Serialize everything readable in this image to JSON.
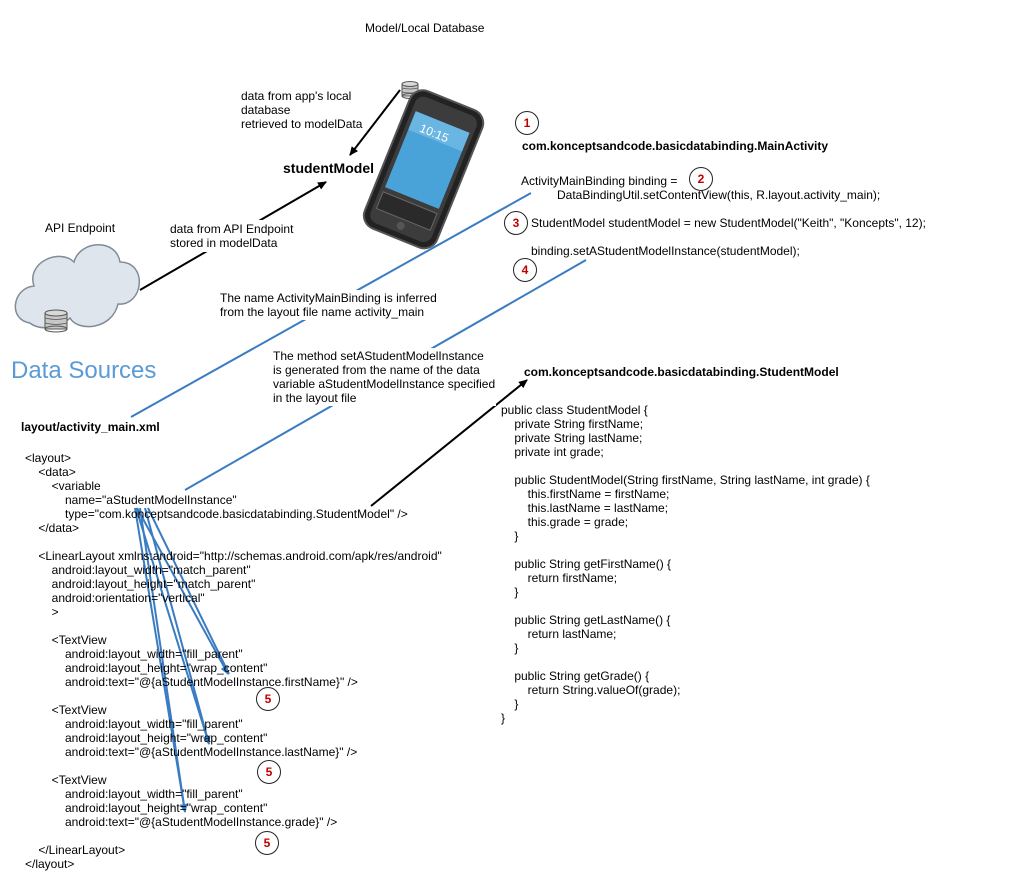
{
  "labels": {
    "model_db_title": "Model/Local Database",
    "local_db_text": "data from app's local\ndatabase\nretrieved to modelData",
    "student_model": "studentModel",
    "api_text": "data from API Endpoint\nstored in modelData",
    "api_endpoint": "API Endpoint",
    "data_sources": "Data Sources",
    "inferred_note": "The name ActivityMainBinding is inferred\nfrom the layout file name activity_main",
    "method_note": "The method setAStudentModelInstance\nis generated from the name of the data\nvariable aStudentModelInstance specified\nin the layout file",
    "phone_time": "10:15"
  },
  "main_activity": {
    "title": "com.konceptsandcode.basicdatabinding.MainActivity",
    "line1a": "ActivityMainBinding binding =",
    "line1b": "DataBindingUtil.setContentView(this, R.layout.activity_main);",
    "line2": "StudentModel studentModel = new StudentModel(\"Keith\", \"Koncepts\", 12);",
    "line3": "binding.setAStudentModelInstance(studentModel);"
  },
  "student_model_class": {
    "title": "com.konceptsandcode.basicdatabinding.StudentModel",
    "code": "public class StudentModel {\n    private String firstName;\n    private String lastName;\n    private int grade;\n\n    public StudentModel(String firstName, String lastName, int grade) {\n        this.firstName = firstName;\n        this.lastName = lastName;\n        this.grade = grade;\n    }\n\n    public String getFirstName() {\n        return firstName;\n    }\n\n    public String getLastName() {\n        return lastName;\n    }\n\n    public String getGrade() {\n        return String.valueOf(grade);\n    }\n}"
  },
  "layout_file": {
    "title": "layout/activity_main.xml",
    "code": "<layout>\n    <data>\n        <variable\n            name=\"aStudentModelInstance\"\n            type=\"com.konceptsandcode.basicdatabinding.StudentModel\" />\n    </data>\n\n    <LinearLayout xmlns:android=\"http://schemas.android.com/apk/res/android\"\n        android:layout_width=\"match_parent\"\n        android:layout_height=\"match_parent\"\n        android:orientation=\"vertical\"\n        >\n\n        <TextView\n            android:layout_width=\"fill_parent\"\n            android:layout_height=\"wrap_content\"\n            android:text=\"@{aStudentModelInstance.firstName}\" />\n\n        <TextView\n            android:layout_width=\"fill_parent\"\n            android:layout_height=\"wrap_content\"\n            android:text=\"@{aStudentModelInstance.lastName}\" />\n\n        <TextView\n            android:layout_width=\"fill_parent\"\n            android:layout_height=\"wrap_content\"\n            android:text=\"@{aStudentModelInstance.grade}\" />\n\n    </LinearLayout>\n</layout>"
  },
  "badges": {
    "b1": "1",
    "b2": "2",
    "b3": "3",
    "b4": "4",
    "b5a": "5",
    "b5b": "5",
    "b5c": "5"
  },
  "colors": {
    "blue_arrow": "#3a7cc2",
    "black_arrow": "#000000",
    "badge_text": "#c00000",
    "data_sources_text": "#5b9bd5",
    "cloud_fill": "#dfe5ec",
    "db_fill": "#c7c7c7"
  },
  "icons": [
    "cloud-icon",
    "database-icon",
    "phone-icon"
  ]
}
